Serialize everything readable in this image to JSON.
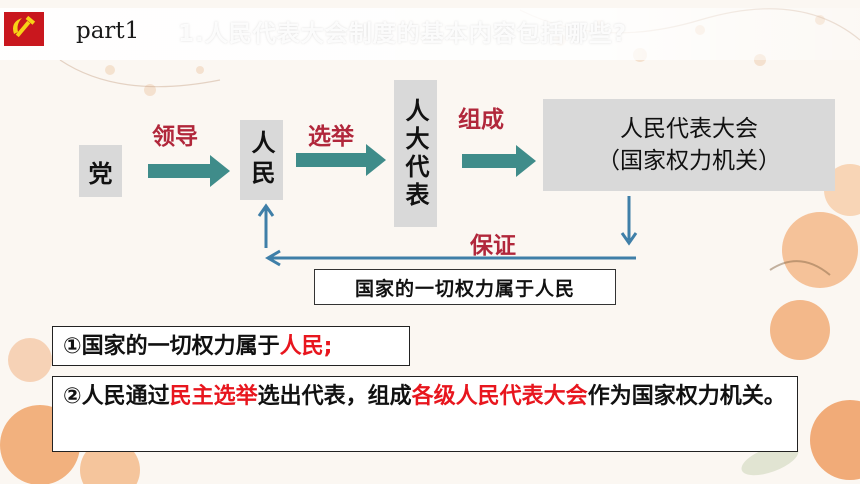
{
  "header": {
    "part_label": "part1",
    "title": "1.人民代表大会制度的基本内容包括哪些?"
  },
  "diagram": {
    "node_party": "党",
    "node_people": "人民",
    "node_deputies": "人大代表",
    "node_npc_line1": "人民代表大会",
    "node_npc_line2": "（国家权力机关）",
    "edge_lead": "领导",
    "edge_elect": "选举",
    "edge_form": "组成",
    "edge_guarantee": "保证",
    "caption": "国家的一切权力属于人民"
  },
  "statements": {
    "s1_prefix": "①国家的一切权力属于",
    "s1_highlight": "人民;",
    "s2_part1": "②人民通过",
    "s2_highlight1": "民主选举",
    "s2_part2": "选出代表，组成",
    "s2_highlight2": "各级人民代表大会",
    "s2_part3": "作为国家权力机关。"
  },
  "colors": {
    "arrow": "#3f8c8a",
    "highlight_red": "#e8161e",
    "label_red": "#b1273b",
    "box_gray": "#d9d9d9"
  },
  "icons": {
    "emblem": "hammer-sickle-icon"
  }
}
